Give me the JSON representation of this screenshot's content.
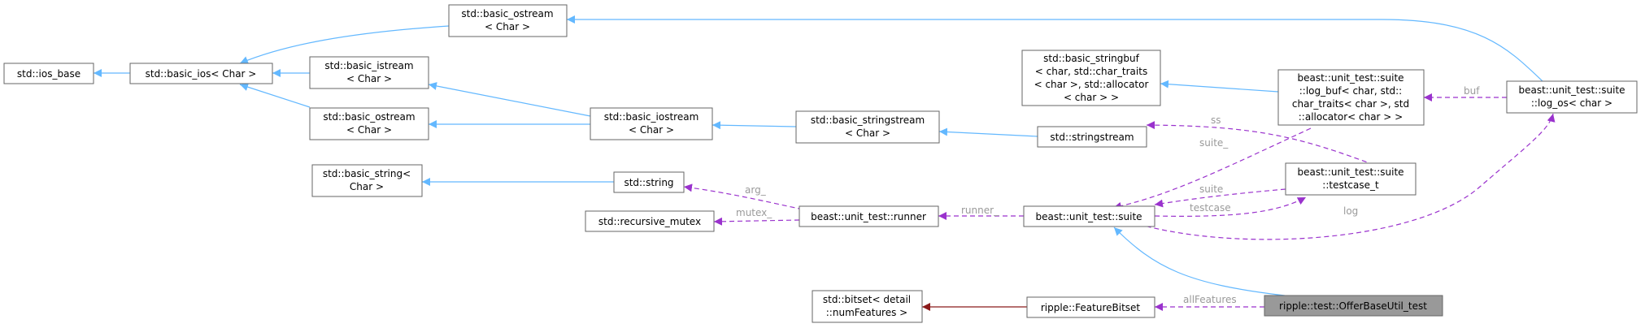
{
  "colors": {
    "inheritance": "#63b8ff",
    "usage": "#9a32cd",
    "private_inheritance": "#8b1a1a",
    "focus_fill": "#999999",
    "node_border": "#666666",
    "edge_label": "#9a9a9a"
  },
  "nodes": {
    "ios_base": [
      "std::ios_base"
    ],
    "basic_ios": [
      "std::basic_ios< Char >"
    ],
    "basic_ostream_top": [
      "std::basic_ostream",
      "< Char >"
    ],
    "basic_istream": [
      "std::basic_istream",
      "< Char >"
    ],
    "basic_ostream_mid": [
      "std::basic_ostream",
      "< Char >"
    ],
    "basic_iostream": [
      "std::basic_iostream",
      "< Char >"
    ],
    "basic_stringstream": [
      "std::basic_stringstream",
      "< Char >"
    ],
    "stringstream": [
      "std::stringstream"
    ],
    "basic_stringbuf": [
      "std::basic_stringbuf",
      "< char, std::char_traits",
      "< char >, std::allocator",
      "< char > >"
    ],
    "log_buf": [
      "beast::unit_test::suite",
      "::log_buf< char, std::",
      "char_traits< char >, std",
      "::allocator< char > >"
    ],
    "log_os": [
      "beast::unit_test::suite",
      "::log_os< char >"
    ],
    "basic_string": [
      "std::basic_string<",
      "Char >"
    ],
    "string": [
      "std::string"
    ],
    "recursive_mutex": [
      "std::recursive_mutex"
    ],
    "runner": [
      "beast::unit_test::runner"
    ],
    "suite": [
      "beast::unit_test::suite"
    ],
    "testcase_t": [
      "beast::unit_test::suite",
      "::testcase_t"
    ],
    "bitset": [
      "std::bitset< detail",
      "::numFeatures >"
    ],
    "feature_bitset": [
      "ripple::FeatureBitset"
    ],
    "offer_test": [
      "ripple::test::OfferBaseUtil_test"
    ]
  },
  "edge_labels": {
    "buf": "buf",
    "ss": "ss",
    "suite_a": "suite_",
    "suite_b": "suite",
    "testcase": "testcase",
    "log": "log",
    "runner": "runner_",
    "arg": "arg_",
    "mutex": "mutex_",
    "all_features": "allFeatures"
  }
}
